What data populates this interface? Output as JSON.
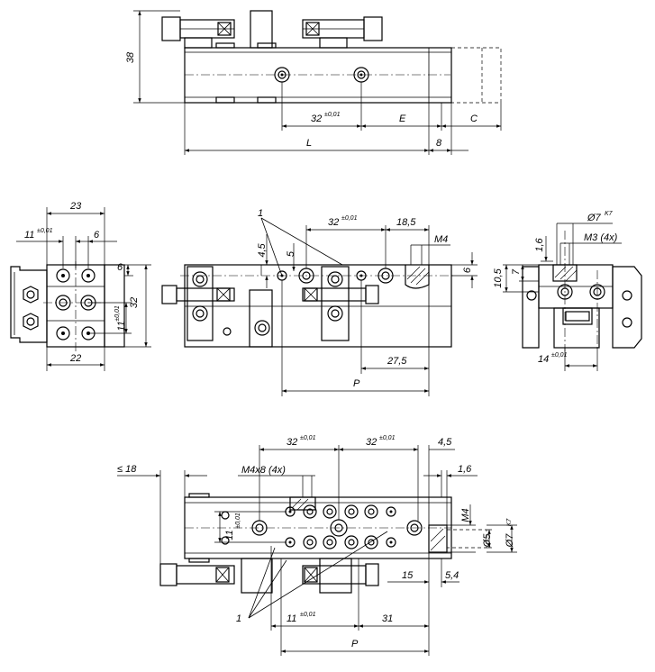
{
  "dimensions": {
    "top_view": {
      "height": "38",
      "pitch": "32",
      "pitch_tol": "±0,01",
      "e": "E",
      "c": "C",
      "l": "L",
      "eight": "8"
    },
    "left_view": {
      "width_23": "23",
      "eleven": "11",
      "eleven_tol": "±0,01",
      "six_top": "6",
      "six_side": "6",
      "thirty_two": "32",
      "eleven_v": "11",
      "eleven_v_tol": "±0,01",
      "width_22": "22"
    },
    "front_view": {
      "callout": "1",
      "four_five": "4,5",
      "five": "5",
      "pitch": "32",
      "pitch_tol": "±0,01",
      "eighteen_five": "18,5",
      "m4": "M4",
      "six": "6",
      "twenty_seven_five": "27,5",
      "p": "P"
    },
    "right_view": {
      "bore": "Ø7",
      "bore_tol": "K7",
      "m3": "M3 (4x)",
      "one_six": "1,6",
      "ten_five": "10,5",
      "seven": "7",
      "fourteen": "14",
      "fourteen_tol": "±0,01"
    },
    "bottom_view": {
      "max_18": "≤ 18",
      "pitch_a": "32",
      "pitch_a_tol": "±0,01",
      "pitch_b": "32",
      "pitch_b_tol": "±0,01",
      "four_five": "4,5",
      "m4x8": "M4x8 (4x)",
      "one_six": "1,6",
      "eleven": "11",
      "eleven_tol": "±0,01",
      "m4": "M4",
      "d5": "Ø5",
      "d7": "Ø7",
      "d7_tol": "K7",
      "fifteen": "15",
      "five_four": "5,4",
      "callout": "1",
      "eleven_b": "11",
      "eleven_b_tol": "±0,01",
      "thirty_one": "31",
      "p": "P"
    }
  }
}
